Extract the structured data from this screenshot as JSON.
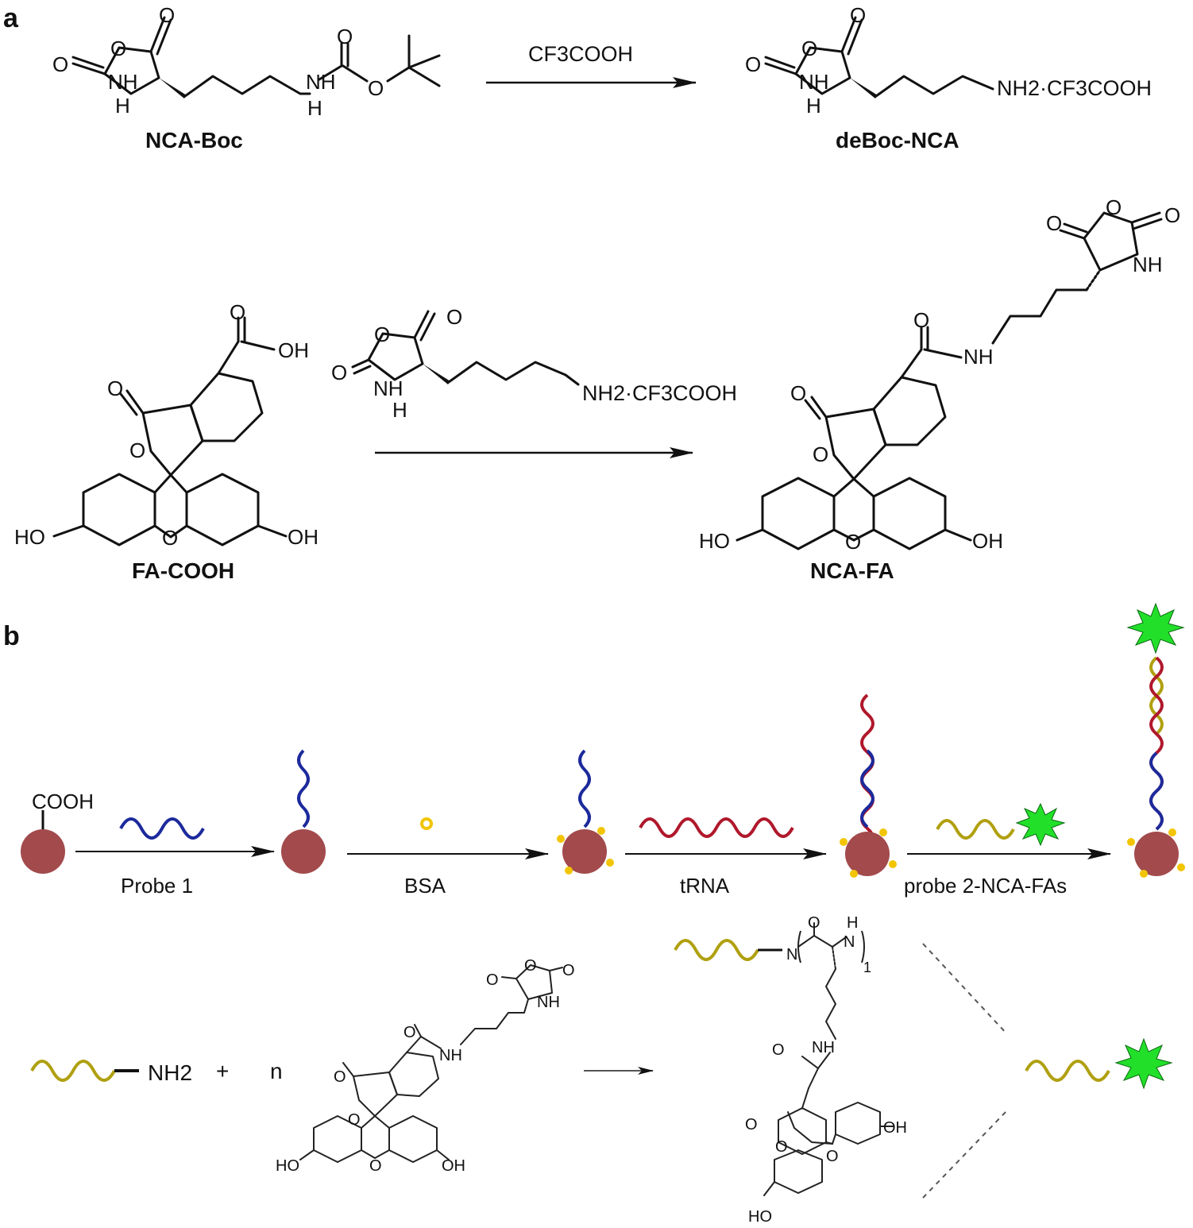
{
  "panel_a": {
    "label": "a",
    "reaction1": {
      "reagent": "CF3COOH",
      "reactant_name": "NCA-Boc",
      "product_name": "deBoc-NCA",
      "product_salt_label": "NH2·CF3COOH"
    },
    "reaction2": {
      "reactant_name": "FA-COOH",
      "reagent_salt_label": "NH2·CF3COOH",
      "product_name": "NCA-FA"
    },
    "atoms": {
      "O": "O",
      "NH": "NH",
      "H": "H",
      "OH": "OH",
      "HO": "HO",
      "N": "N"
    }
  },
  "panel_b": {
    "label": "b",
    "bead_group": "COOH",
    "steps": [
      {
        "label": "Probe 1"
      },
      {
        "label": "BSA"
      },
      {
        "label": "tRNA"
      },
      {
        "label": "probe 2-NCA-FAs"
      }
    ],
    "bottom": {
      "amine_label": "NH2",
      "plus": "+",
      "n": "n",
      "repeat_subscript": "1",
      "nh": "NH",
      "oh": "OH",
      "ho": "HO"
    },
    "colors": {
      "bead": "#a24a4c",
      "probe1": "#1c2a9c",
      "bsa": "#f2c500",
      "trna": "#b0182c",
      "probe2": "#b0a010",
      "fluor": "#22e02a"
    }
  }
}
